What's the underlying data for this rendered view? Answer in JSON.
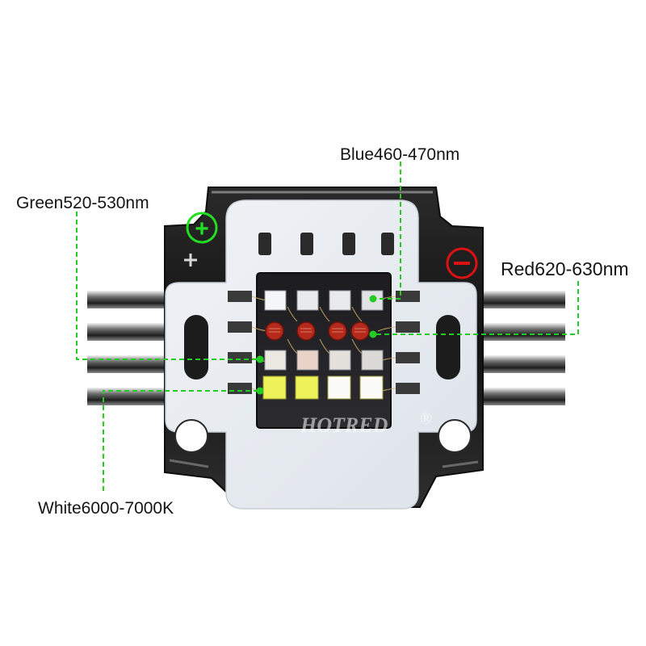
{
  "labels": {
    "blue": "Blue460-470nm",
    "green": "Green520-530nm",
    "red": "Red620-630nm",
    "white": "White6000-7000K"
  },
  "watermark": "HOTRED",
  "watermark_mark": "®",
  "polarity": {
    "positive": "+",
    "negative": "−"
  },
  "colors": {
    "leader_line": "#22cc22",
    "positive_mark": "#22dd22",
    "negative_mark": "#dd1111",
    "board": "#e8edf2",
    "led_white": "#f4f6f7",
    "led_red": "#b52a1c",
    "led_pink": "#e9d3c6",
    "led_yellow": "#eef25a",
    "metal_dark": "#1c1c1c"
  },
  "led_grid": {
    "rows": [
      "blue",
      "red",
      "green",
      "white"
    ],
    "columns": 4
  }
}
